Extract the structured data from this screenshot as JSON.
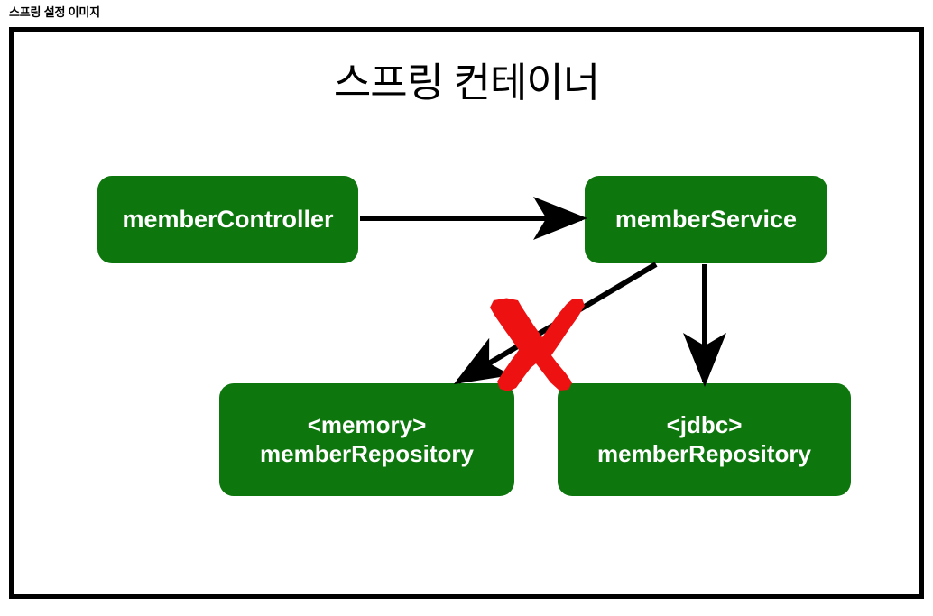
{
  "caption": "스프링 설정 이미지",
  "container": {
    "title": "스프링 컨테이너",
    "border_color": "#000000",
    "background": "#ffffff"
  },
  "colors": {
    "bean_fill": "#0d760d",
    "bean_text": "#ffffff",
    "edge": "#000000",
    "cross_out": "#ee1111"
  },
  "beans": [
    {
      "id": "member-controller",
      "line1": "memberController",
      "line2": ""
    },
    {
      "id": "member-service",
      "line1": "memberService",
      "line2": ""
    },
    {
      "id": "memory-repository",
      "line1": "<memory>",
      "line2": "memberRepository"
    },
    {
      "id": "jdbc-repository",
      "line1": "<jdbc>",
      "line2": "memberRepository"
    }
  ],
  "edges": [
    {
      "id": "controller-to-service",
      "from": "member-controller",
      "to": "member-service",
      "direction": "horizontal",
      "crossed_out": false
    },
    {
      "id": "service-to-memory-repository",
      "from": "member-service",
      "to": "memory-repository",
      "direction": "diagonal",
      "crossed_out": true
    },
    {
      "id": "service-to-jdbc-repository",
      "from": "member-service",
      "to": "jdbc-repository",
      "direction": "vertical",
      "crossed_out": false
    }
  ],
  "annotations": [
    {
      "id": "red-x",
      "symbol": "x-mark",
      "target_edge": "service-to-memory-repository"
    }
  ]
}
